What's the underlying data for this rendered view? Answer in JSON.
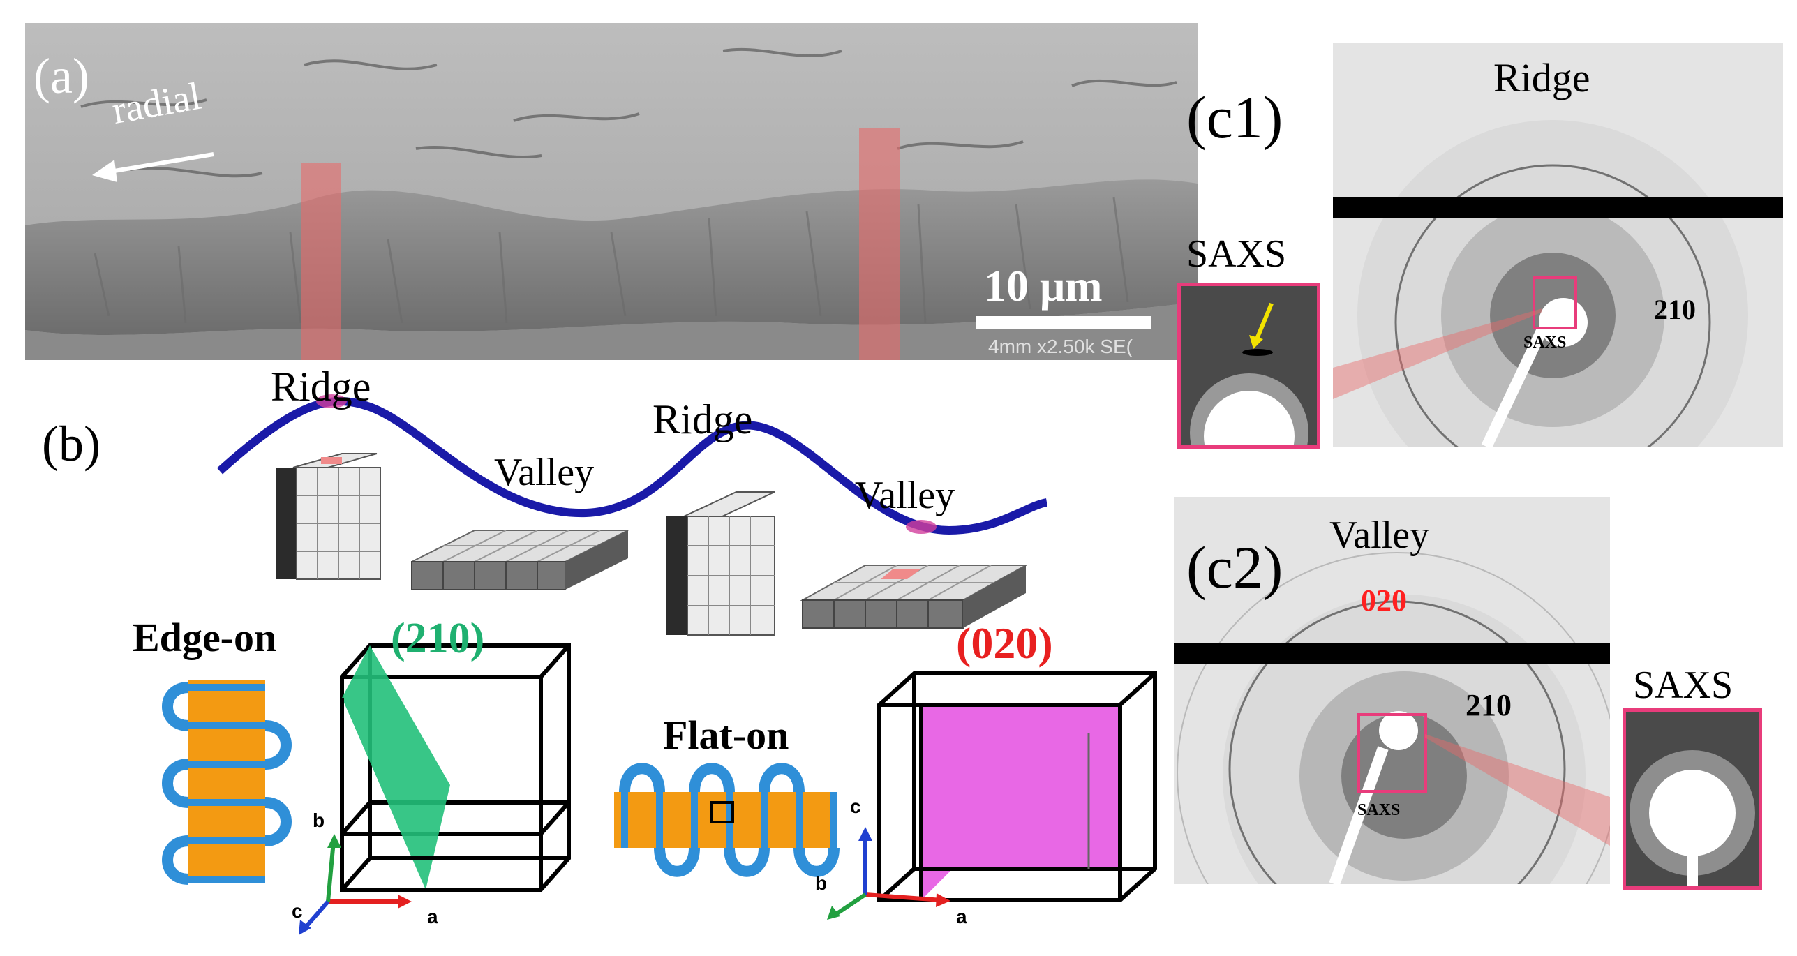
{
  "panel_a": {
    "label": "(a)",
    "arrow_label": "radial",
    "scale_bar": "10 μm",
    "sem_info": "4mm x2.50k SE("
  },
  "panel_b": {
    "label": "(b)",
    "wave_labels": [
      "Ridge",
      "Valley",
      "Ridge",
      "Valley"
    ],
    "edge_on": "Edge-on",
    "flat_on": "Flat-on",
    "plane_210": "(210)",
    "plane_020": "(020)",
    "axes_left": {
      "b": "b",
      "c": "c",
      "a": "a"
    },
    "axes_right": {
      "c": "c",
      "b": "b",
      "a": "a"
    },
    "colors": {
      "wave": "#1a1aa8",
      "plane_210": "#22c07a",
      "plane_020": "#e44ee0",
      "lamella": "#f39a12",
      "chain": "#2f8fd8"
    }
  },
  "panel_c1": {
    "label": "(c1)",
    "title": "Ridge",
    "saxs_label": "SAXS",
    "saxs_small": "SAXS",
    "ring_label": "210"
  },
  "panel_c2": {
    "label": "(c2)",
    "title": "Valley",
    "ring_020": "020",
    "ring_210": "210",
    "saxs_small": "SAXS",
    "saxs_label": "SAXS"
  }
}
